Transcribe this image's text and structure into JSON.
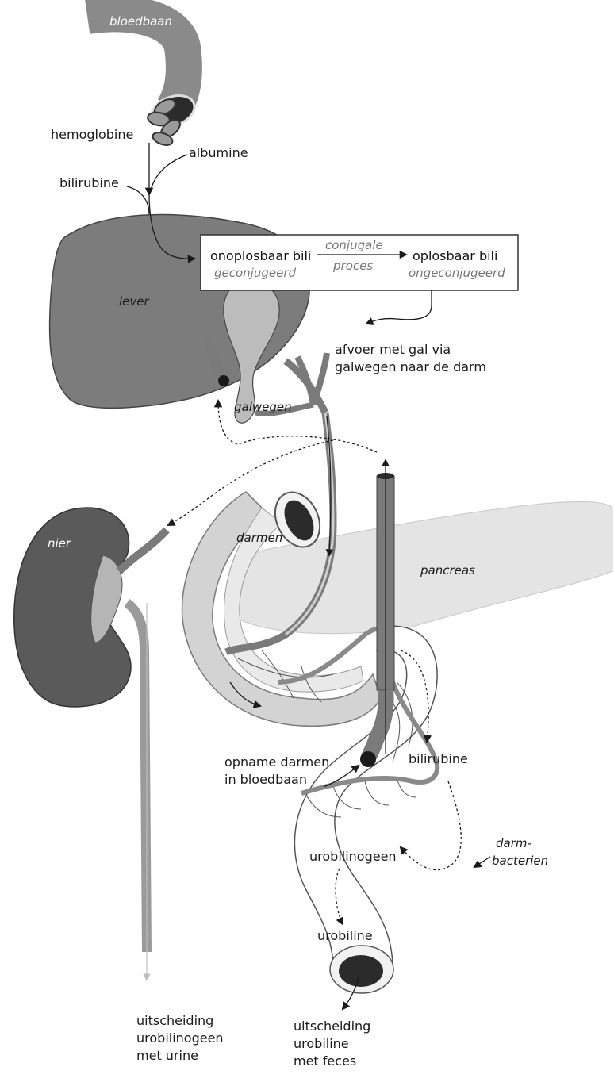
{
  "labels": {
    "bloodstream": "bloedbaan",
    "hemoglobin": "hemoglobine",
    "albumin": "albumine",
    "bilirubin": "bilirubine",
    "liver": "lever",
    "insoluble": "onoplosbaar bili",
    "insoluble_sub": "geconjugeerd",
    "process_top": "conjugale",
    "process_bottom": "proces",
    "soluble": "oplosbaar bili",
    "soluble_sub": "ongeconjugeerd",
    "drain_1": "afvoer met gal via",
    "drain_2": "galwegen naar de darm",
    "bile_ducts": "galwegen",
    "kidney": "nier",
    "intestines": "darmen",
    "pancreas": "pancreas",
    "bilirubin_gut": "bilirubine",
    "uptake_1": "opname darmen",
    "uptake_2": "in bloedbaan",
    "bacteria_1": "darm-",
    "bacteria_2": "bacterien",
    "urobilinogen": "urobilinogeen",
    "urobilin": "urobiline",
    "excretion_urine_1": "uitscheiding",
    "excretion_urine_2": "urobilinogeen",
    "excretion_urine_3": "met urine",
    "excretion_feces_1": "uitscheiding",
    "excretion_feces_2": "urobiline",
    "excretion_feces_3": "met feces"
  }
}
